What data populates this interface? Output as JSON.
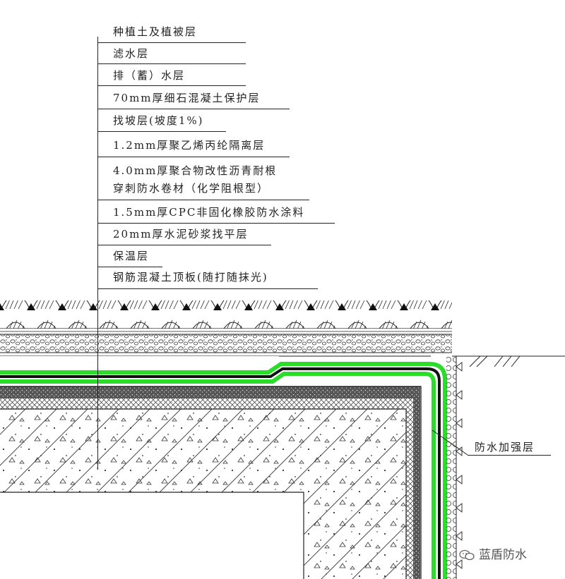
{
  "layers": [
    "种植土及植被层",
    "滤水层",
    "排（蓄）水层",
    "70mm厚细石混凝土保护层",
    "找坡层(坡度1%)",
    "1.2mm厚聚乙烯丙纶隔离层",
    "4.0mm厚聚合物改性沥青耐根",
    "穿刺防水卷材（化学阻根型）",
    "1.5mm厚CPC非固化橡胶防水涂料",
    "20mm厚水泥砂浆找平层",
    "保温层",
    "钢筋混凝土顶板(随打随抹光)"
  ],
  "side_label": "防水加强层",
  "watermark": "蓝盾防水",
  "colors": {
    "membrane": "#2bdc2b",
    "ink": "#222222",
    "background": "#ffffff"
  }
}
